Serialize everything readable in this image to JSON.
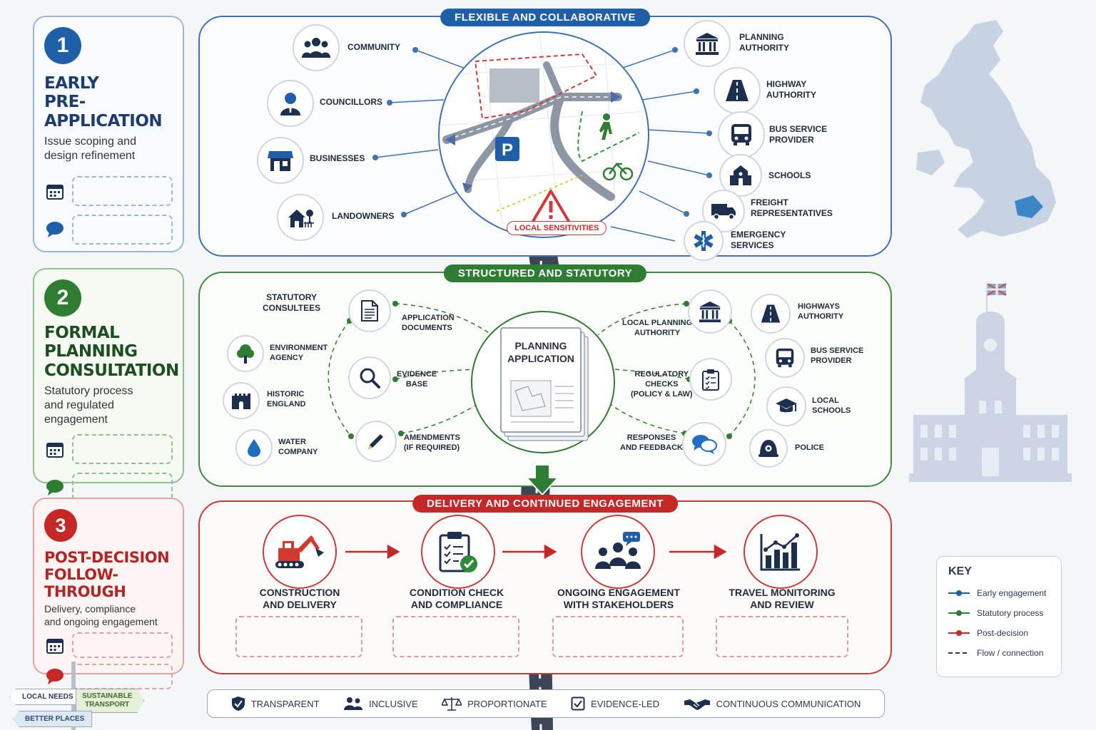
{
  "stages": [
    {
      "number": "1",
      "title_line1": "EARLY",
      "title_line2": "PRE-APPLICATION",
      "sub_line1": "Issue scoping and",
      "sub_line2": "design refinement",
      "sub_line3": ""
    },
    {
      "number": "2",
      "title_line1": "FORMAL PLANNING",
      "title_line2": "CONSULTATION",
      "sub_line1": "Statutory process",
      "sub_line2": "and regulated",
      "sub_line3": "engagement"
    },
    {
      "number": "3",
      "title_line1": "POST-DECISION",
      "title_line2": "FOLLOW-THROUGH",
      "sub_line1": "Delivery, compliance",
      "sub_line2": "and ongoing engagement",
      "sub_line3": ""
    }
  ],
  "panel1": {
    "tag": "FLEXIBLE AND COLLABORATIVE",
    "left": [
      {
        "line1": "COMMUNITY",
        "line2": ""
      },
      {
        "line1": "COUNCILLORS",
        "line2": ""
      },
      {
        "line1": "BUSINESSES",
        "line2": ""
      },
      {
        "line1": "LANDOWNERS",
        "line2": ""
      }
    ],
    "right": [
      {
        "line1": "PLANNING",
        "line2": "AUTHORITY"
      },
      {
        "line1": "HIGHWAY",
        "line2": "AUTHORITY"
      },
      {
        "line1": "BUS SERVICE",
        "line2": "PROVIDER"
      },
      {
        "line1": "SCHOOLS",
        "line2": ""
      },
      {
        "line1": "FREIGHT",
        "line2": "REPRESENTATIVES"
      },
      {
        "line1": "EMERGENCY",
        "line2": "SERVICES"
      }
    ],
    "parking": "P",
    "local_sensitivities": "LOCAL SENSITIVITIES"
  },
  "panel2": {
    "tag": "STRUCTURED AND STATUTORY",
    "statutory_consultees": {
      "line1": "STATUTORY",
      "line2": "CONSULTEES"
    },
    "consultees": [
      {
        "line1": "ENVIRONMENT",
        "line2": "AGENCY"
      },
      {
        "line1": "HISTORIC",
        "line2": "ENGLAND"
      },
      {
        "line1": "WATER",
        "line2": "COMPANY"
      }
    ],
    "inner_left": [
      {
        "line1": "APPLICATION",
        "line2": "DOCUMENTS"
      },
      {
        "line1": "EVIDENCE",
        "line2": "BASE"
      },
      {
        "line1": "AMENDMENTS",
        "line2": "(IF REQUIRED)"
      }
    ],
    "inner_right": [
      {
        "line1": "LOCAL PLANNING",
        "line2": "AUTHORITY",
        "line3": ""
      },
      {
        "line1": "REGULATORY",
        "line2": "CHECKS",
        "line3": "(POLICY & LAW)"
      },
      {
        "line1": "RESPONSES",
        "line2": "AND FEEDBACK",
        "line3": ""
      }
    ],
    "outer_right": [
      {
        "line1": "HIGHWAYS",
        "line2": "AUTHORITY"
      },
      {
        "line1": "BUS SERVICE",
        "line2": "PROVIDER"
      },
      {
        "line1": "LOCAL",
        "line2": "SCHOOLS"
      },
      {
        "line1": "POLICE",
        "line2": ""
      }
    ],
    "center": {
      "line1": "PLANNING",
      "line2": "APPLICATION"
    }
  },
  "panel3": {
    "tag": "DELIVERY AND CONTINUED ENGAGEMENT",
    "steps": [
      {
        "line1": "CONSTRUCTION",
        "line2": "AND DELIVERY"
      },
      {
        "line1": "CONDITION CHECK",
        "line2": "AND COMPLIANCE"
      },
      {
        "line1": "ONGOING ENGAGEMENT",
        "line2": "WITH STAKEHOLDERS"
      },
      {
        "line1": "TRAVEL MONITORING",
        "line2": "AND REVIEW"
      }
    ]
  },
  "key": {
    "title": "KEY",
    "items": [
      "Early engagement",
      "Statutory process",
      "Post-decision",
      "Flow / connection"
    ]
  },
  "values": [
    "TRANSPARENT",
    "INCLUSIVE",
    "PROPORTIONATE",
    "EVIDENCE-LED",
    "CONTINUOUS COMMUNICATION"
  ],
  "signpost": {
    "left_top": "LOCAL NEEDS",
    "right_top_line1": "SUSTAINABLE",
    "right_top_line2": "TRANSPORT",
    "left_bottom": "BETTER PLACES"
  },
  "colors": {
    "blue": "#1f5fa8",
    "green": "#2e7d32",
    "red": "#c62828",
    "navy": "#1d2f4f"
  }
}
